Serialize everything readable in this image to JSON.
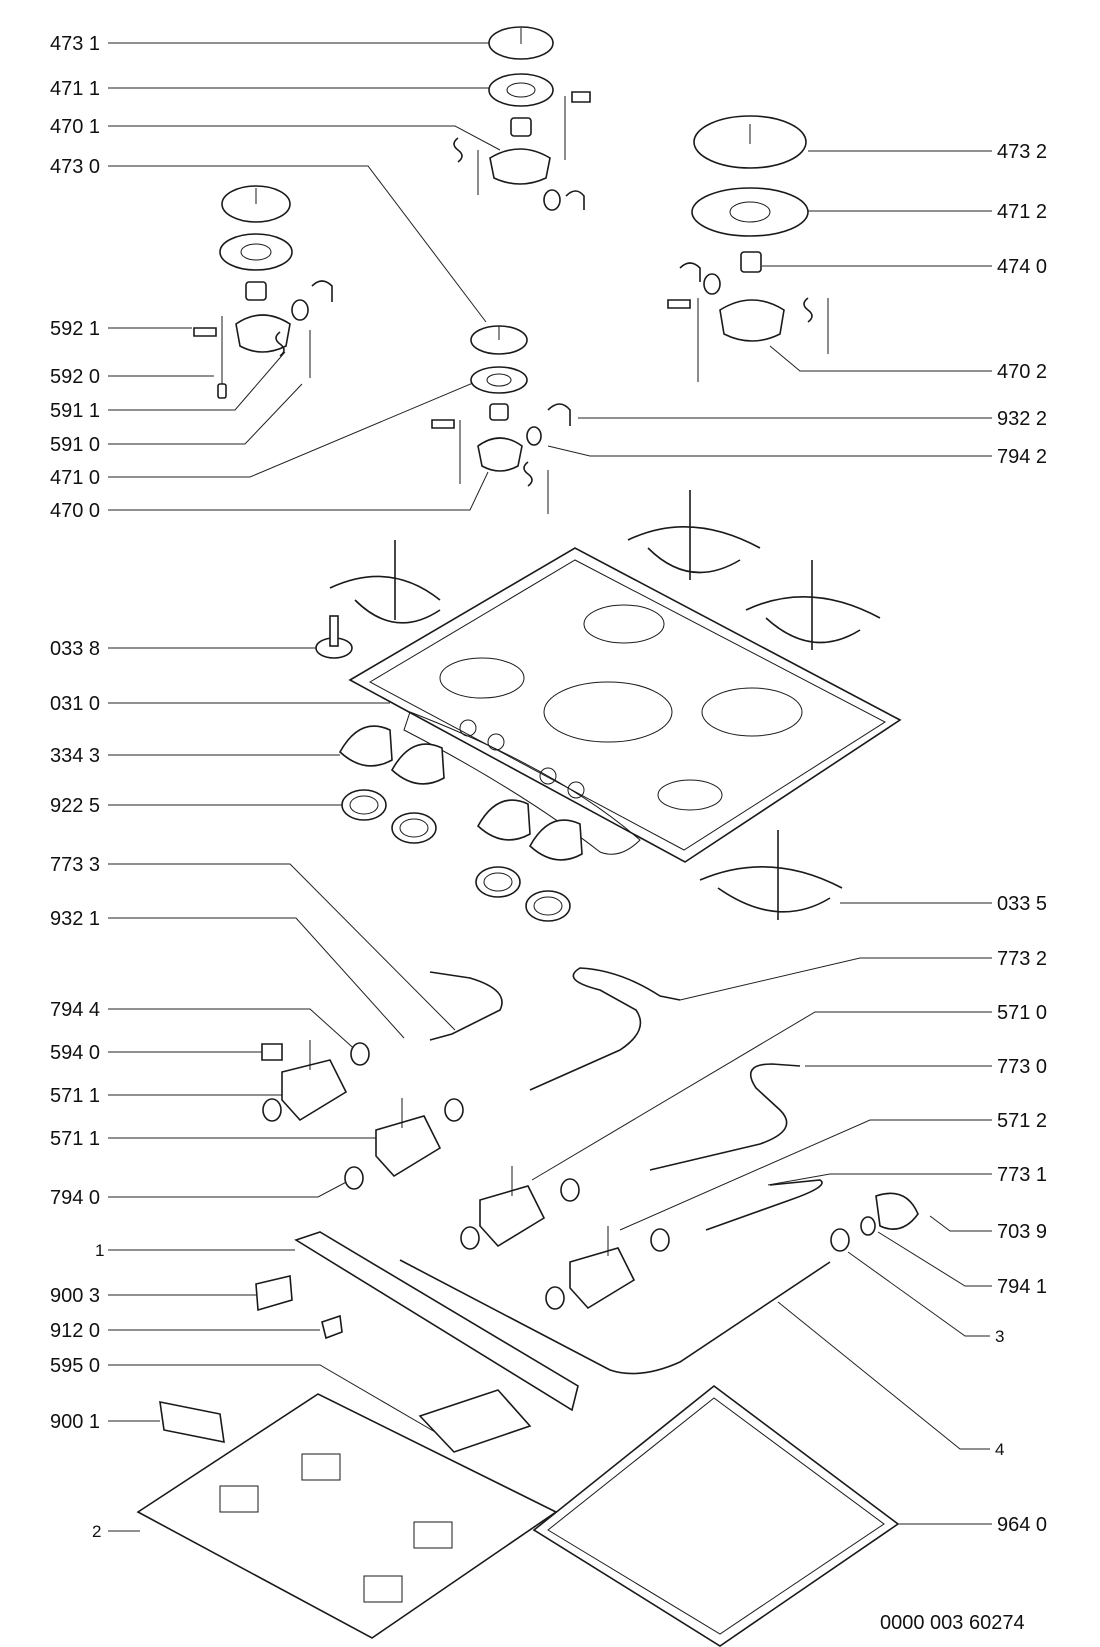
{
  "labels": {
    "l4731": "473 1",
    "l4711": "471 1",
    "l4701": "470 1",
    "l4730": "473 0",
    "l5921": "592 1",
    "l5920": "592 0",
    "l5911": "591 1",
    "l5910": "591 0",
    "l4710": "471 0",
    "l4700": "470 0",
    "l0338": "033 8",
    "l0310": "031 0",
    "l3343": "334 3",
    "l9225": "922 5",
    "l7733": "773 3",
    "l9321": "932 1",
    "l7944": "794 4",
    "l5940": "594 0",
    "l5711a": "571 1",
    "l5711b": "571 1",
    "l7940": "794 0",
    "l1": "1",
    "l9003": "900 3",
    "l9120": "912 0",
    "l5950": "595 0",
    "l9001": "900 1",
    "l2": "2",
    "r4732": "473 2",
    "r4712": "471 2",
    "r4740": "474 0",
    "r4702": "470 2",
    "r9322": "932 2",
    "r7942": "794 2",
    "r0335": "033 5",
    "r7732": "773 2",
    "r5710": "571 0",
    "r7730": "773 0",
    "r5712": "571 2",
    "r7731": "773 1",
    "r7039": "703 9",
    "r7941": "794 1",
    "r3": "3",
    "r4": "4",
    "r9640": "964 0"
  },
  "document_number": "0000 003 60274"
}
